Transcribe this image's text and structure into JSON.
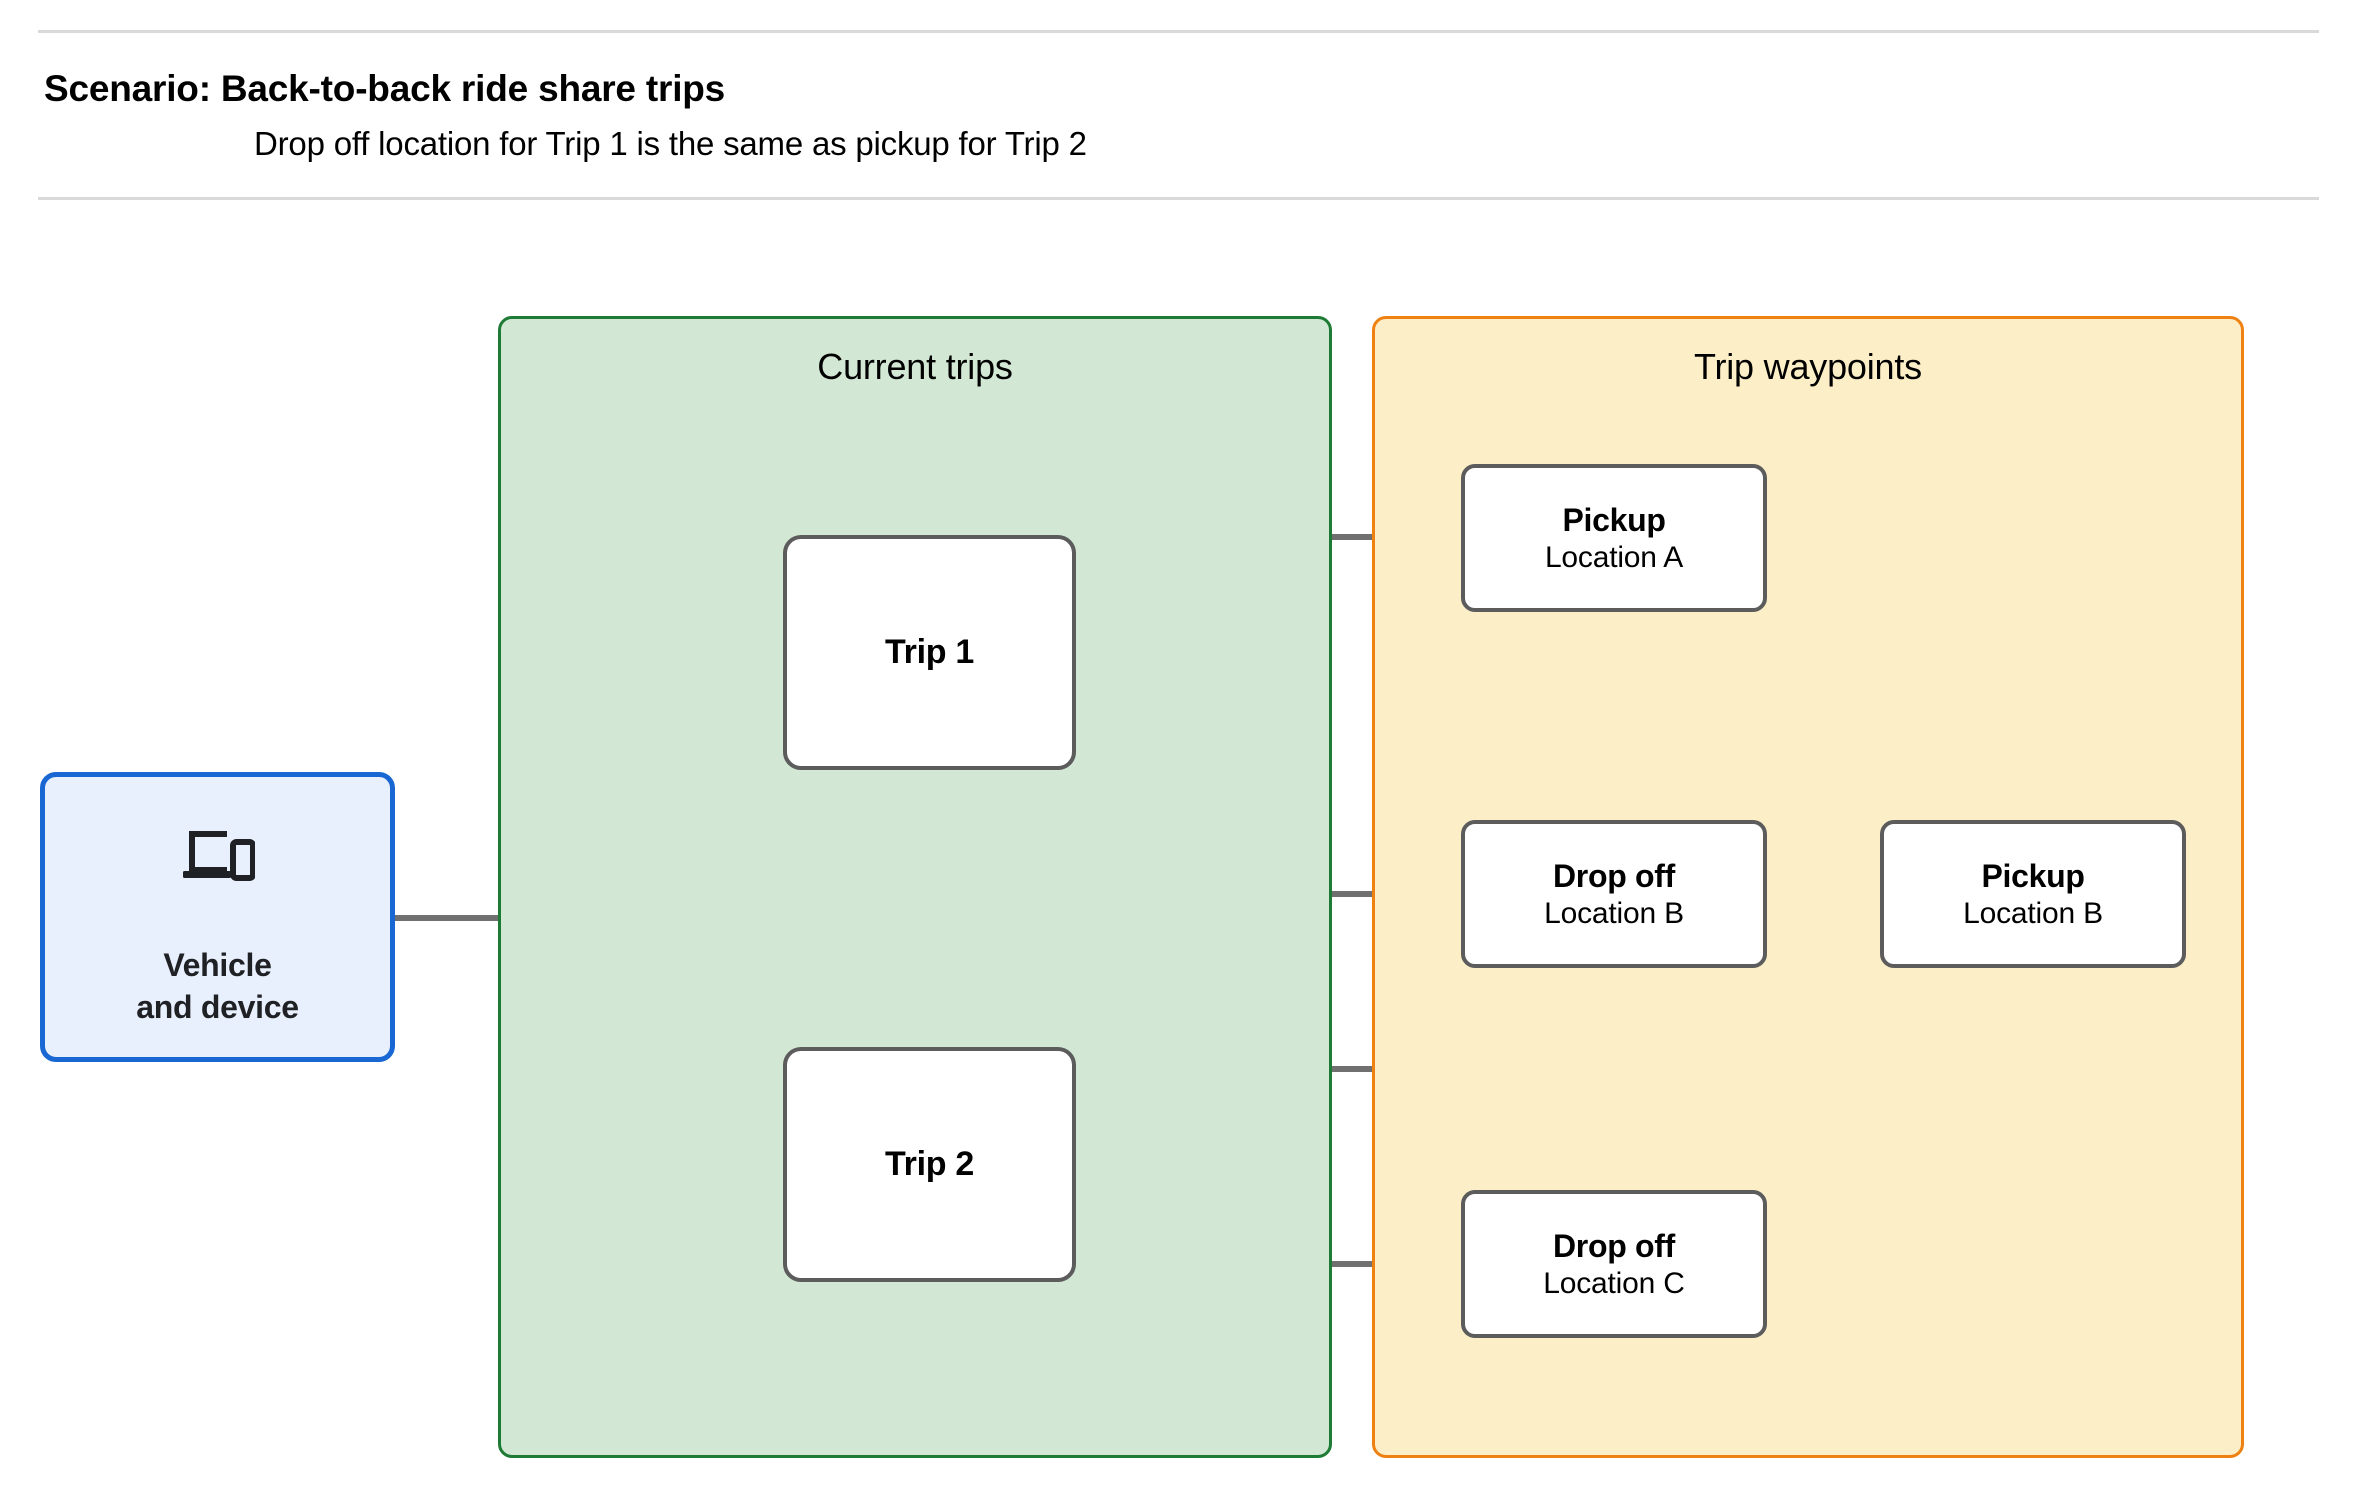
{
  "header": {
    "title": "Scenario: Back-to-back ride share trips",
    "subtitle": "Drop off  location for Trip 1 is the same as pickup for Trip 2"
  },
  "groups": {
    "current_trips": {
      "title": "Current trips"
    },
    "trip_waypoints": {
      "title": "Trip waypoints"
    }
  },
  "vehicle": {
    "label": "Vehicle\nand device",
    "icon": "devices-icon"
  },
  "trips": [
    {
      "label": "Trip 1"
    },
    {
      "label": "Trip 2"
    }
  ],
  "waypoints": [
    {
      "id": "pickup-a",
      "title": "Pickup",
      "location": "Location A"
    },
    {
      "id": "dropoff-b",
      "title": "Drop off",
      "location": "Location B"
    },
    {
      "id": "pickup-b",
      "title": "Pickup",
      "location": "Location B"
    },
    {
      "id": "dropoff-c",
      "title": "Drop off",
      "location": "Location C"
    }
  ],
  "colors": {
    "current_trips_fill": "#d2e8d5",
    "current_trips_border": "#1e7b36",
    "trip_waypoints_fill": "#fcefc7",
    "trip_waypoints_border": "#ef8012",
    "vehicle_fill": "#e8f0fe",
    "vehicle_border": "#1967d2",
    "node_border": "#5c5c5c",
    "connector": "#707070",
    "rule": "#d9d9d9"
  }
}
